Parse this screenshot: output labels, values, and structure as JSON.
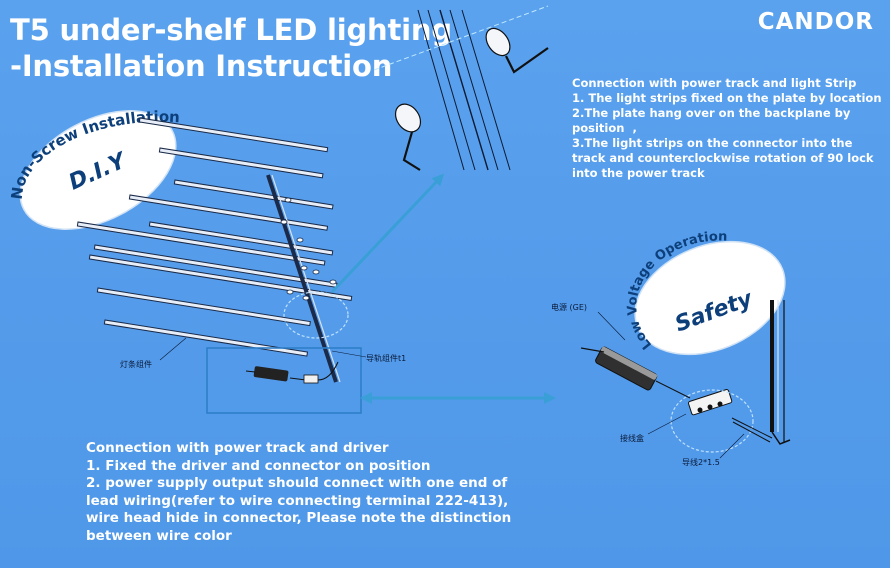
{
  "title": {
    "line1": "T5 under-shelf LED lighting",
    "line2": "-Installation Instruction"
  },
  "brand": "CANDOR",
  "badge_diy": {
    "curved_text": "Non-Screw Installation",
    "center_text": "D.I.Y"
  },
  "badge_safety": {
    "curved_text": "Low Voltage Operation",
    "center_text": "Safety"
  },
  "note_strip": {
    "lines": [
      "Connection with power track and light Strip",
      "1. The light strips fixed on the plate by location",
      "2.The plate hang over on the backplane by",
      "position  ,",
      "3.The light strips on the connector into the",
      "track and counterclockwise rotation of 90 lock",
      "into the power track"
    ]
  },
  "note_driver": {
    "lines": [
      "Connection with power track and driver",
      "1. Fixed the driver and connector on position",
      "2. power supply output should connect with one end of",
      "lead wiring(refer to wire connecting terminal 222-413),",
      "wire head hide in  connector, Please note the distinction",
      "between wire color"
    ]
  },
  "labels": {
    "light_strip": "灯条组件",
    "track": "导轨组件t1",
    "power_ge": "电源 (GE)",
    "junction_box": "接线盒",
    "wire": "导线2*1.5"
  },
  "colors": {
    "background": "#5aa2ee",
    "badge_text": "#0d3f7a",
    "badge_fill": "#ffffff",
    "arrow": "#3a9fd6",
    "highlight_box": "#2e7fc8",
    "strip_line": "#1a2a48"
  }
}
